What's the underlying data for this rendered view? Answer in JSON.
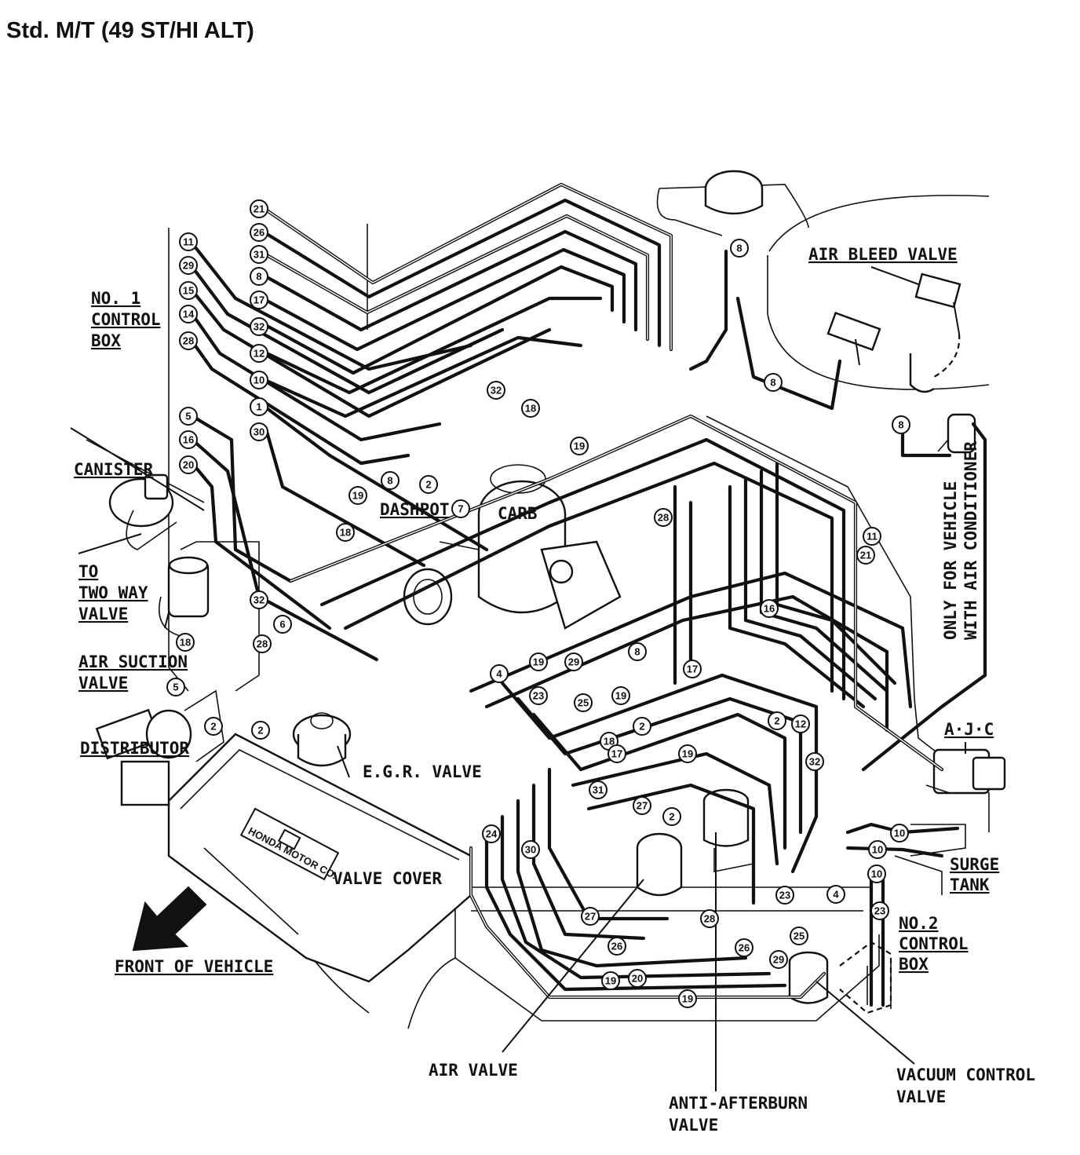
{
  "title": "Std. M/T (49 ST/HI ALT)",
  "labels": {
    "no1_control_box": [
      "NO. 1",
      "CONTROL",
      "BOX"
    ],
    "canister": "CANISTER",
    "to_two_way_valve": [
      "TO",
      "TWO WAY",
      "VALVE"
    ],
    "air_suction_valve": [
      "AIR SUCTION",
      "VALVE"
    ],
    "distributor": "DISTRIBUTOR",
    "egr_valve": "E.G.R. VALVE",
    "valve_cover": "VALVE COVER",
    "front_of_vehicle": "FRONT OF VEHICLE",
    "dashpot": "DASHPOT",
    "carb": "CARB",
    "air_bleed_valve": "AIR BLEED VALVE",
    "only_for_vehicle": "ONLY FOR VEHICLE",
    "with_air_conditioner": "WITH AIR CONDITIONER",
    "ajc": "A·J·C",
    "surge_tank": [
      "SURGE",
      "TANK"
    ],
    "no2_control_box": [
      "NO.2",
      "CONTROL",
      "BOX"
    ],
    "air_valve": "AIR VALVE",
    "anti_afterburn_valve": [
      "ANTI-AFTERBURN",
      "VALVE"
    ],
    "vacuum_control_valve": [
      "VACUUM CONTROL",
      "VALVE"
    ],
    "honda_logo": "HONDA MOTOR CO."
  },
  "hose_numbers_left_column": [
    "21",
    "26",
    "31",
    "8",
    "17",
    "32",
    "12",
    "10",
    "1",
    "30"
  ],
  "hose_numbers_no1_box": [
    "11",
    "29",
    "15",
    "14",
    "28",
    "5",
    "16",
    "20"
  ],
  "hose_numbers_scattered": [
    "8",
    "8",
    "8",
    "32",
    "18",
    "19",
    "8",
    "2",
    "7",
    "19",
    "18",
    "28",
    "11",
    "21",
    "32",
    "6",
    "28",
    "18",
    "5",
    "2",
    "2",
    "16",
    "8",
    "19",
    "29",
    "4",
    "23",
    "25",
    "19",
    "17",
    "2",
    "12",
    "2",
    "18",
    "17",
    "19",
    "32",
    "31",
    "27",
    "2",
    "30",
    "28",
    "26",
    "27",
    "19",
    "20",
    "19",
    "26",
    "23",
    "25",
    "29",
    "4",
    "10",
    "10",
    "10",
    "23",
    "24",
    "26"
  ]
}
